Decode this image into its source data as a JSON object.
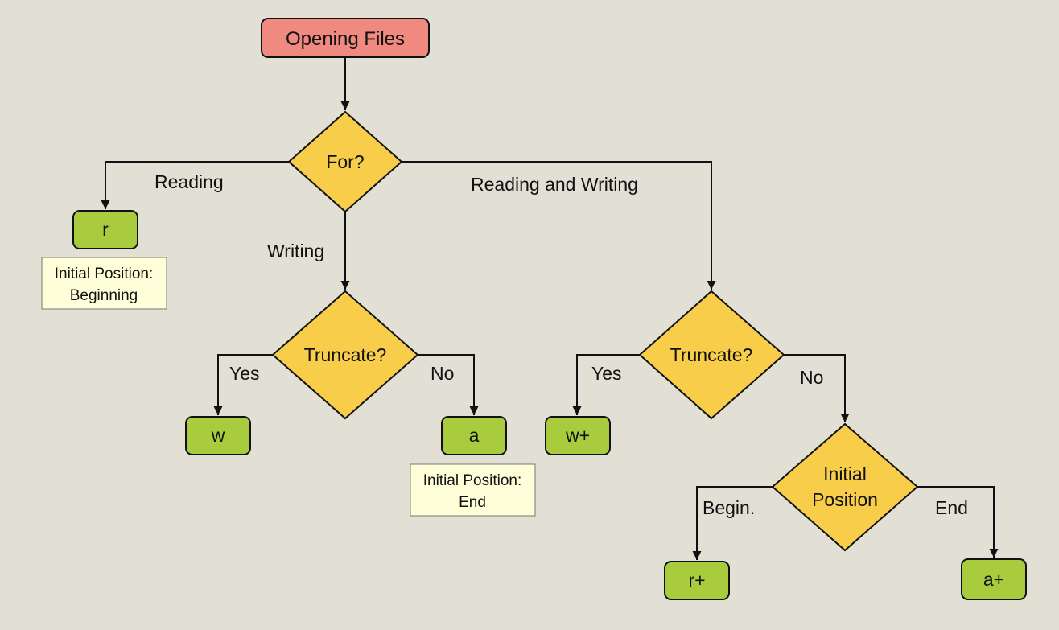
{
  "diagram": {
    "colors": {
      "background": "#e2dfd4",
      "start_fill": "#f08a80",
      "decision_fill": "#f7cd4a",
      "mode_fill": "#a9cc3f",
      "note_fill": "#fefed8",
      "stroke": "#111111"
    },
    "start": {
      "label": "Opening Files"
    },
    "decisions": {
      "for": {
        "label": "For?"
      },
      "truncate_write": {
        "label": "Truncate?"
      },
      "truncate_rw": {
        "label": "Truncate?"
      },
      "initial_position": {
        "line1": "Initial",
        "line2": "Position"
      }
    },
    "modes": {
      "r": "r",
      "w": "w",
      "a": "a",
      "w_plus": "w+",
      "r_plus": "r+",
      "a_plus": "a+"
    },
    "notes": {
      "r": {
        "line1": "Initial Position:",
        "line2": "Beginning"
      },
      "a": {
        "line1": "Initial Position:",
        "line2": "End"
      }
    },
    "edge_labels": {
      "reading": "Reading",
      "writing": "Writing",
      "reading_and_writing": "Reading and Writing",
      "yes_write": "Yes",
      "no_write": "No",
      "yes_rw": "Yes",
      "no_rw": "No",
      "begin": "Begin.",
      "end": "End"
    }
  }
}
